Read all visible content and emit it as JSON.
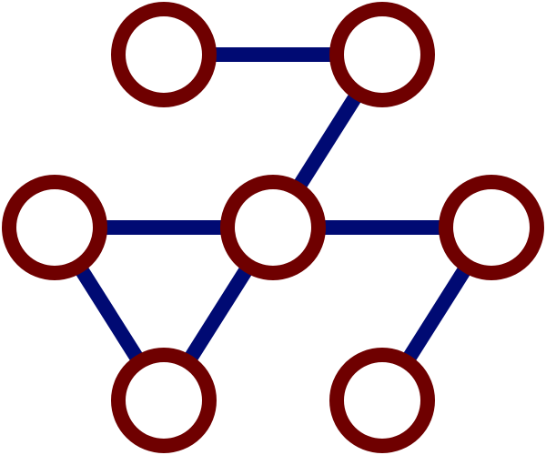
{
  "graph": {
    "colors": {
      "edge": "#000a73",
      "node_stroke": "#6f0000",
      "node_fill": "#ffffff"
    },
    "nodes": [
      {
        "id": "top-left"
      },
      {
        "id": "top-right"
      },
      {
        "id": "mid-left"
      },
      {
        "id": "center"
      },
      {
        "id": "mid-right"
      },
      {
        "id": "bottom-left"
      },
      {
        "id": "bottom-right"
      }
    ],
    "edges": [
      {
        "from": "top-left",
        "to": "top-right"
      },
      {
        "from": "top-right",
        "to": "center"
      },
      {
        "from": "mid-left",
        "to": "center"
      },
      {
        "from": "center",
        "to": "mid-right"
      },
      {
        "from": "mid-left",
        "to": "bottom-left"
      },
      {
        "from": "center",
        "to": "bottom-left"
      },
      {
        "from": "mid-right",
        "to": "bottom-right"
      }
    ]
  }
}
